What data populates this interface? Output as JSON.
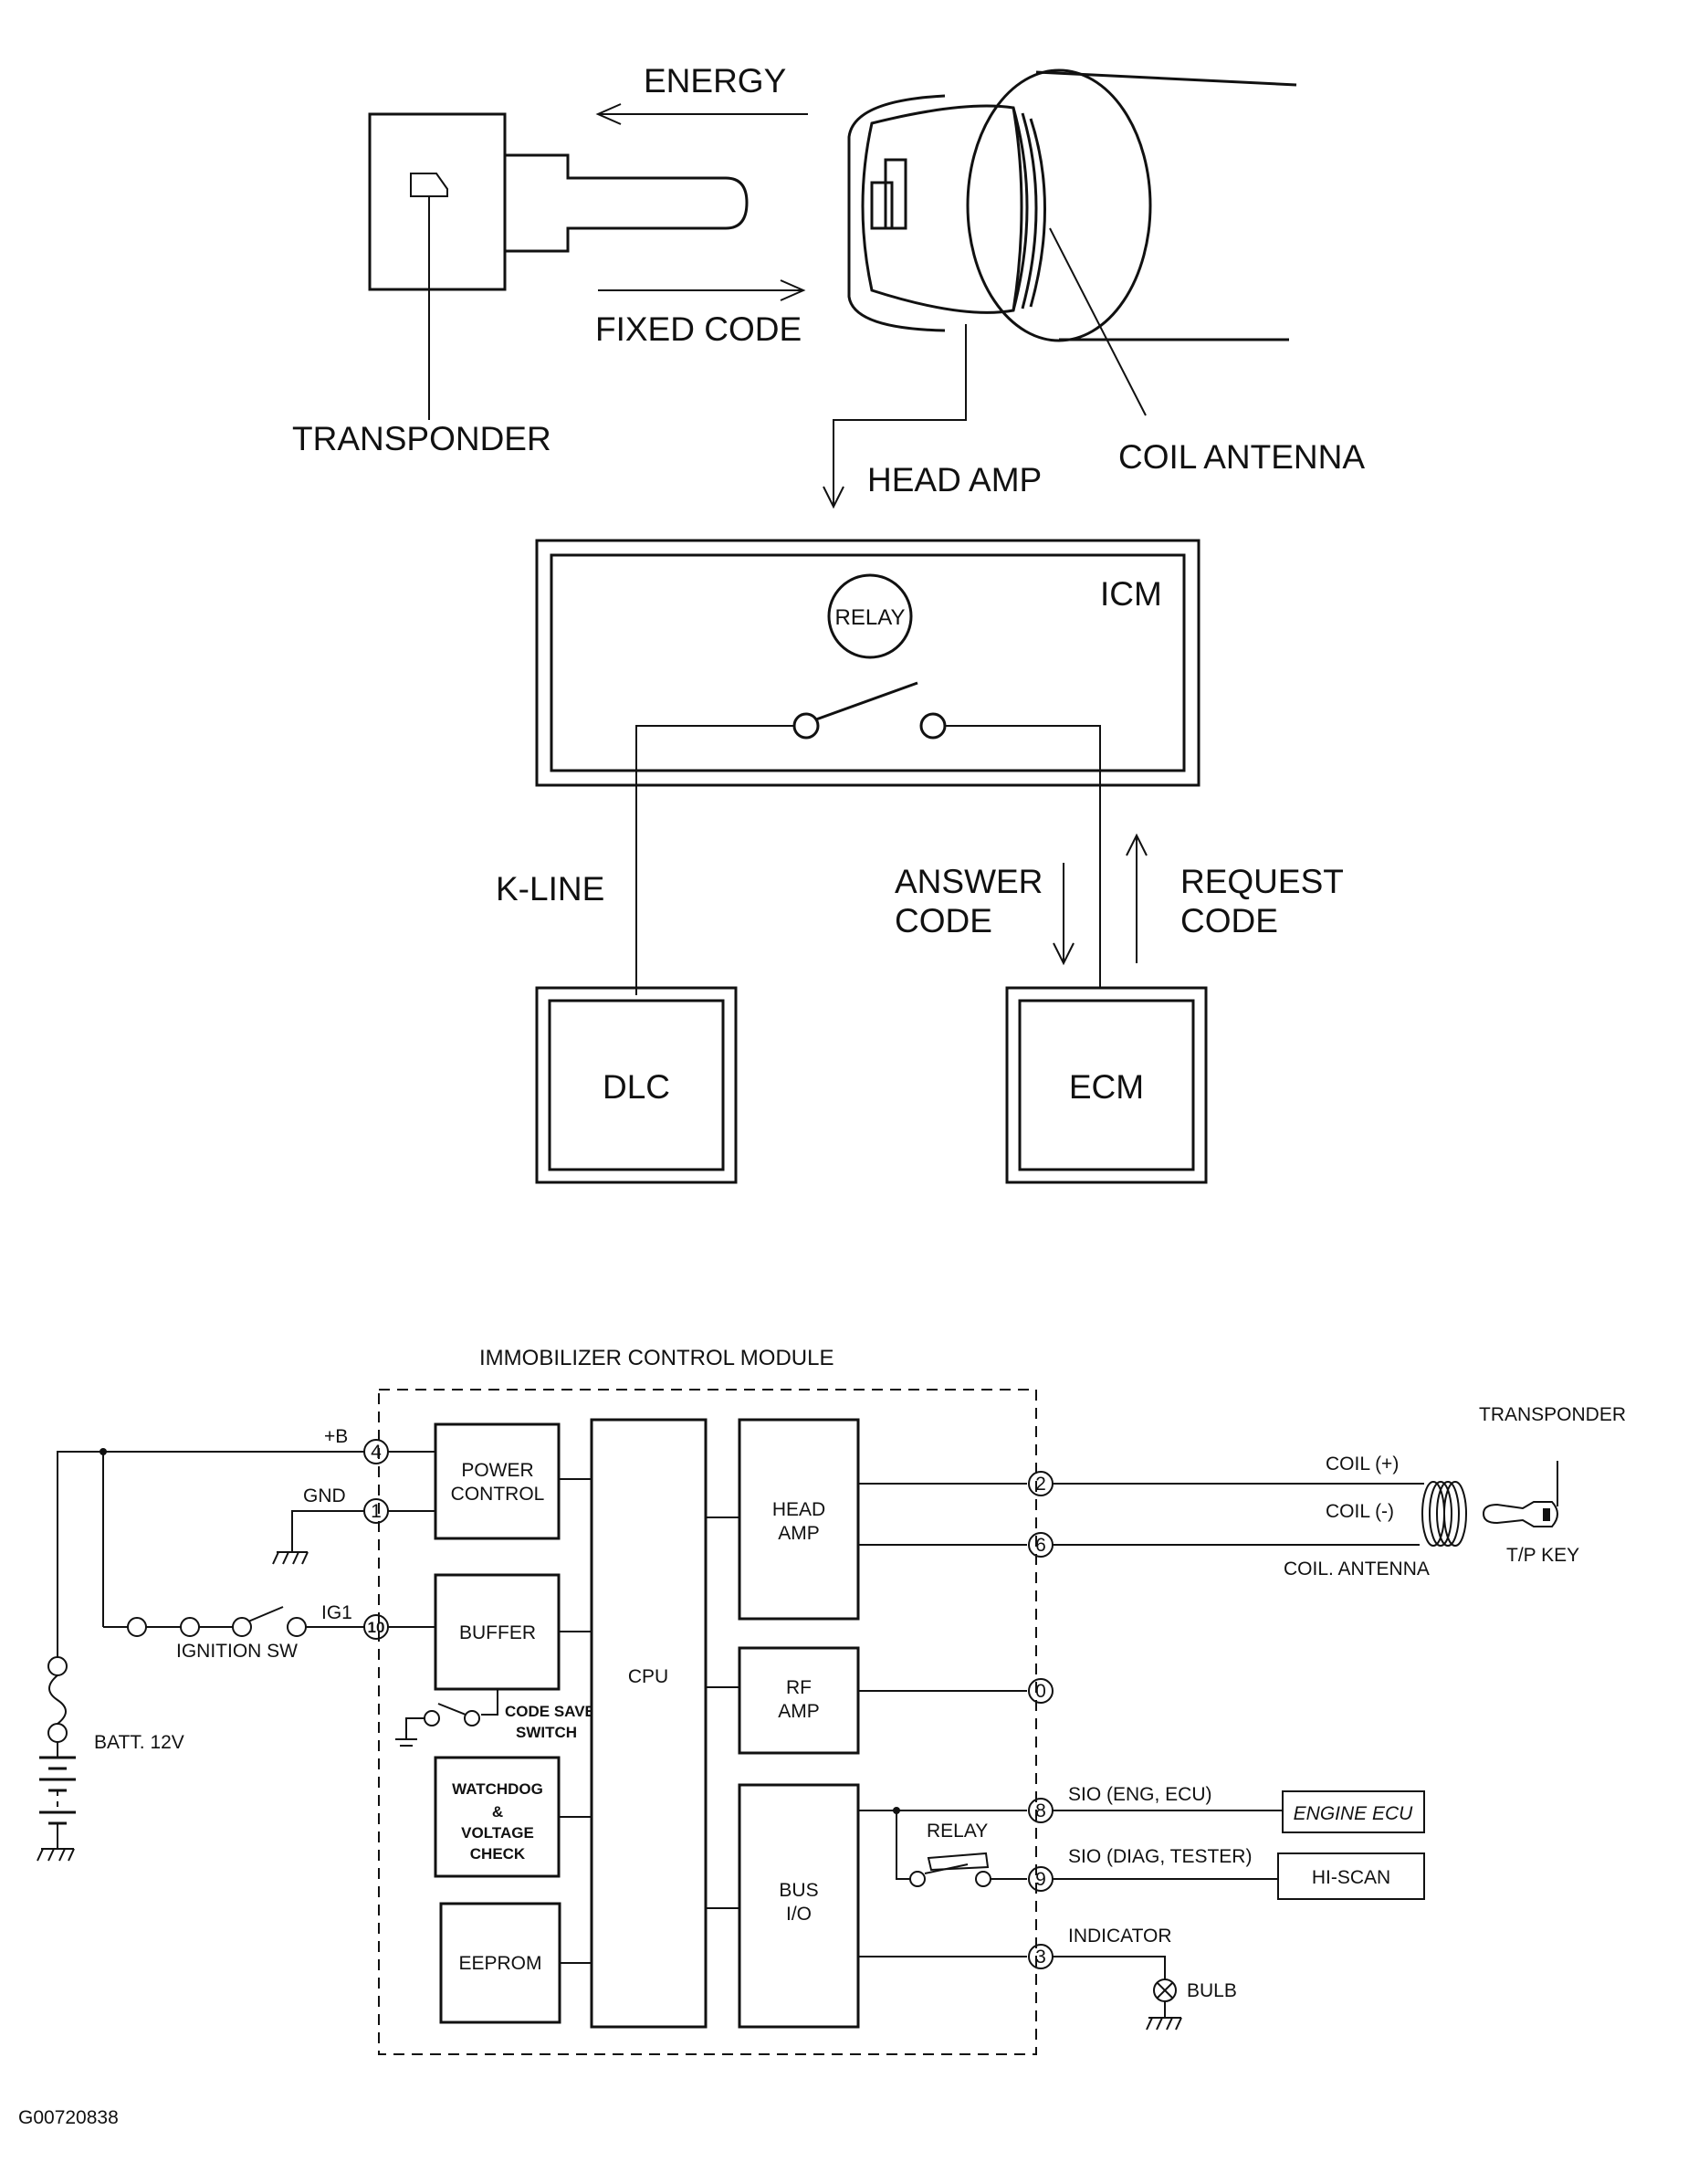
{
  "top_diagram": {
    "energy_label": "ENERGY",
    "fixed_code_label": "FIXED CODE",
    "transponder_label": "TRANSPONDER",
    "head_amp_label": "HEAD AMP",
    "coil_antenna_label": "COIL ANTENNA",
    "icm_label": "ICM",
    "relay_label": "RELAY",
    "k_line_label": "K-LINE",
    "answer_code_line1": "ANSWER",
    "answer_code_line2": "CODE",
    "request_code_line1": "REQUEST",
    "request_code_line2": "CODE",
    "dlc_label": "DLC",
    "ecm_label": "ECM"
  },
  "schematic": {
    "title": "IMMOBILIZER CONTROL MODULE",
    "plus_b": "+B",
    "gnd": "GND",
    "ig1": "IG1",
    "ignition_sw": "IGNITION SW",
    "batt": "BATT. 12V",
    "power_control_1": "POWER",
    "power_control_2": "CONTROL",
    "buffer": "BUFFER",
    "code_save_1": "CODE SAVE",
    "code_save_2": "SWITCH",
    "watchdog_1": "WATCHDOG",
    "watchdog_2": "&",
    "watchdog_3": "VOLTAGE",
    "watchdog_4": "CHECK",
    "eeprom": "EEPROM",
    "cpu": "CPU",
    "head_amp_1": "HEAD",
    "head_amp_2": "AMP",
    "rf_amp_1": "RF",
    "rf_amp_2": "AMP",
    "bus_io_1": "BUS",
    "bus_io_2": "I/O",
    "relay": "RELAY",
    "pins": {
      "p4": "4",
      "p1": "1",
      "p10": "10",
      "p2": "2",
      "p6": "6",
      "p0": "0",
      "p8": "8",
      "p9": "9",
      "p3": "3"
    },
    "coil_plus": "COIL (+)",
    "coil_minus": "COIL (-)",
    "coil_antenna": "COIL. ANTENNA",
    "transponder": "TRANSPONDER",
    "tp_key": "T/P KEY",
    "sio_eng": "SIO (ENG, ECU)",
    "sio_diag": "SIO (DIAG, TESTER)",
    "engine_ecu": "ENGINE ECU",
    "hi_scan": "HI-SCAN",
    "indicator": "INDICATOR",
    "bulb": "BULB"
  },
  "figure_id": "G00720838"
}
